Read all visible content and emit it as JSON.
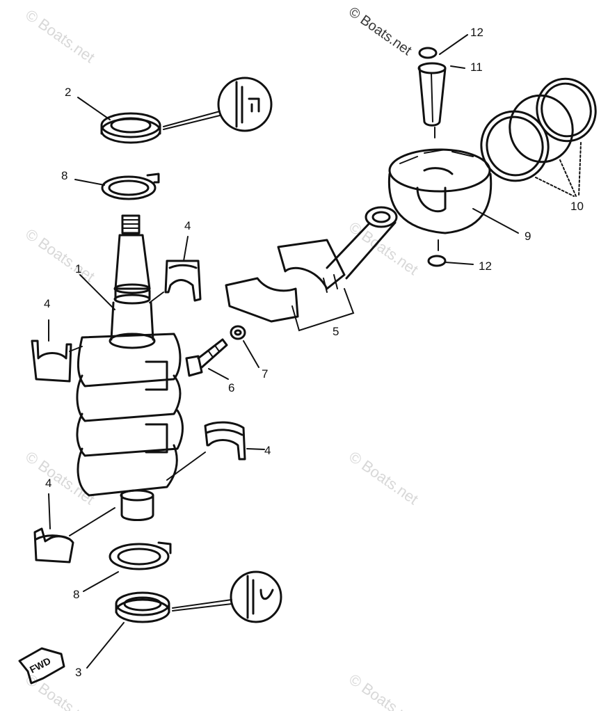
{
  "watermark": "© Boats.net",
  "callouts": {
    "crankshaft": "1",
    "oil_seal_top": "2",
    "oil_seal_bottom": "3",
    "bearing": "4",
    "connecting_rod": "5",
    "bolt": "6",
    "washer": "7",
    "bearing_ring": "8",
    "piston": "9",
    "piston_rings": "10",
    "piston_pin": "11",
    "clip": "12"
  },
  "fwd_marker": "FWD",
  "colors": {
    "ink": "#111111",
    "background": "#ffffff",
    "watermark": "#c8c8c8"
  }
}
